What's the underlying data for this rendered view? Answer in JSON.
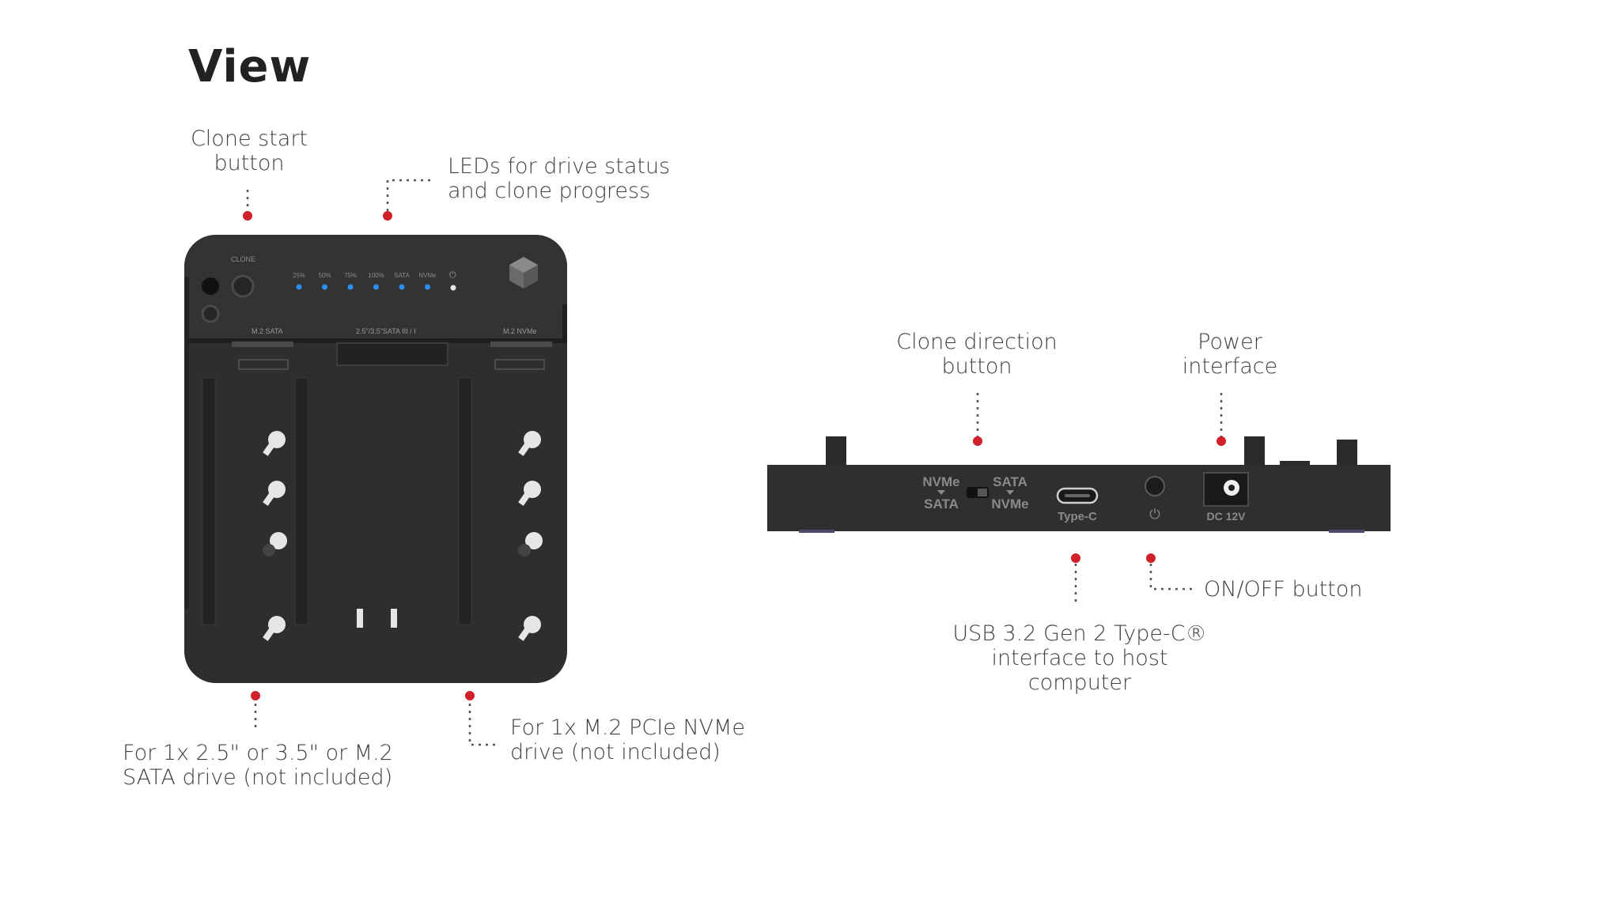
{
  "title": "View",
  "callouts": {
    "clone_start": [
      "Clone start",
      "button"
    ],
    "leds": [
      "LEDs for drive status",
      "and clone progress"
    ],
    "sata_drive": [
      "For 1x 2.5\" or 3.5\" or M.2",
      "SATA drive (not included)"
    ],
    "nvme_drive": [
      "For 1x M.2 PCIe NVMe",
      "drive (not included)"
    ],
    "clone_direction": [
      "Clone direction",
      "button"
    ],
    "power_interface": [
      "Power",
      "interface"
    ],
    "usb": [
      "USB 3.2 Gen 2 Type-C®",
      "interface to host computer"
    ],
    "on_off": "ON/OFF button"
  },
  "top_view": {
    "clone_label": "CLONE",
    "led_labels": [
      "25%",
      "50%",
      "75%",
      "100%",
      "SATA",
      "NVMe"
    ],
    "slot_labels": [
      "M.2 SATA",
      "2.5\"/3.5\"SATA III / I",
      "M.2 NVMe"
    ]
  },
  "side_view": {
    "switch_left": [
      "NVMe",
      "SATA"
    ],
    "switch_right": [
      "SATA",
      "NVMe"
    ],
    "usb_label": "Type-C",
    "dc_label": "DC 12V"
  },
  "colors": {
    "device": "#2f2f2f",
    "marker": "#d0202a",
    "led": "#2a8ff0",
    "text": "#404040"
  }
}
